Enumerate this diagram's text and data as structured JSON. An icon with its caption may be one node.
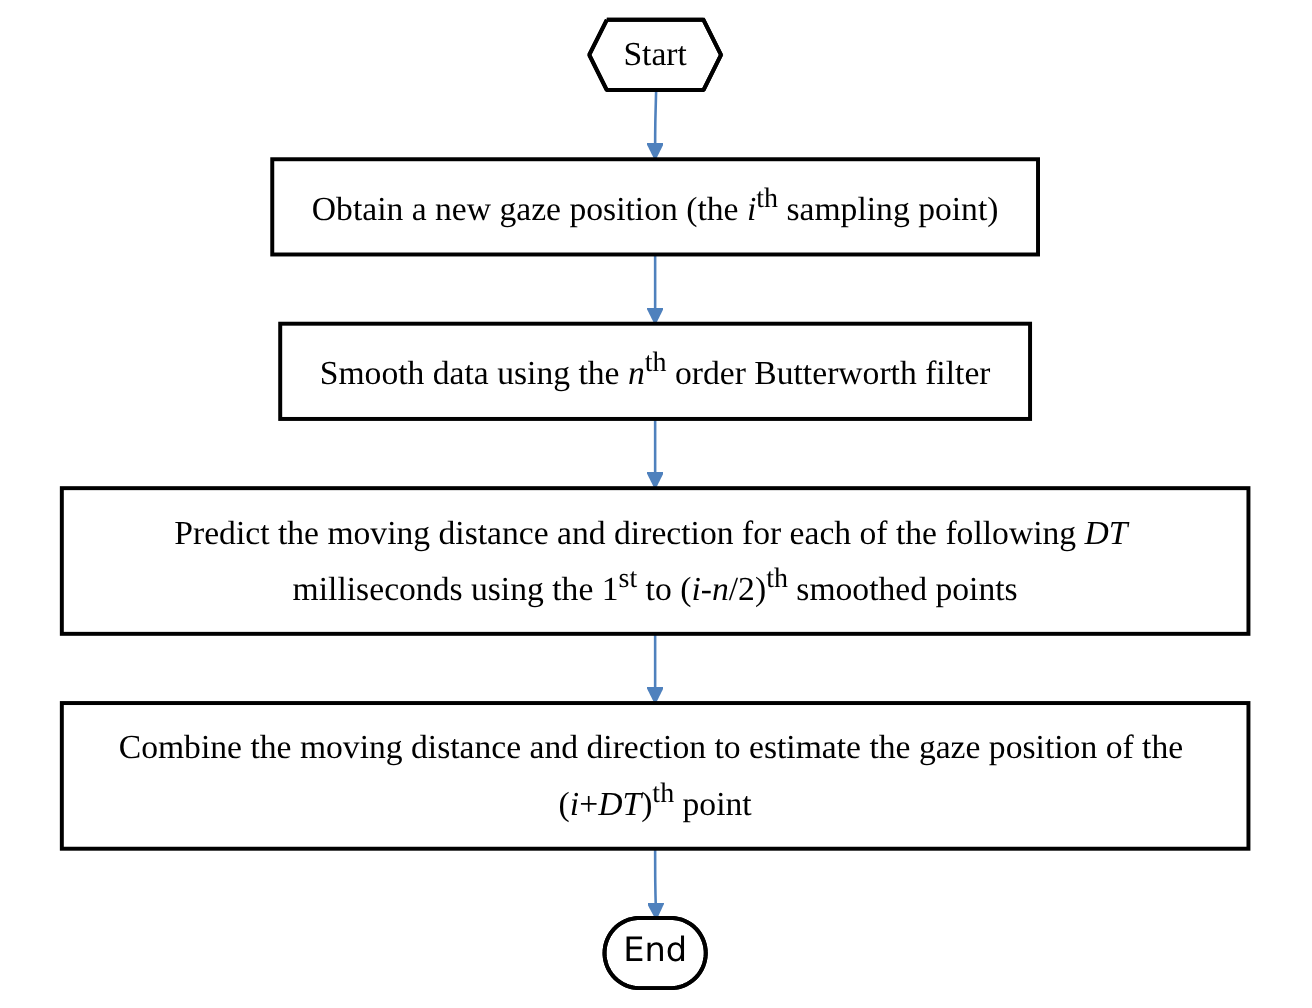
{
  "diagram": {
    "nodes": [
      {
        "text": [
          "Start"
        ]
      },
      {
        "text": [
          "Obtain a new gaze position (the *i*$^{th}$ sampling point)"
        ]
      },
      {
        "text": [
          "Smooth data using the *n*$^{th}$ order Butterworth filter"
        ]
      },
      {
        "text": [
          "Predict the moving distance and direction for each of the following *DT* milliseconds using the 1$^{st}$ to (*i*-*n*/2)$^{th}$ smoothed points"
        ]
      },
      {
        "text": [
          "Combine the moving distance and direction to estimate the gaze position of the (*i*+*DT*)$^{th}$ point"
        ]
      },
      {
        "text": [
          "End"
        ]
      }
    ],
    "edges": [
      {
        "from": 0,
        "to": 1,
        "arrow": "to"
      },
      {
        "from": 1,
        "to": 2,
        "arrow": "to"
      },
      {
        "from": 2,
        "to": 3,
        "arrow": "to"
      },
      {
        "from": 3,
        "to": 4,
        "arrow": "to"
      },
      {
        "from": 4,
        "to": 5,
        "arrow": "to"
      }
    ]
  }
}
